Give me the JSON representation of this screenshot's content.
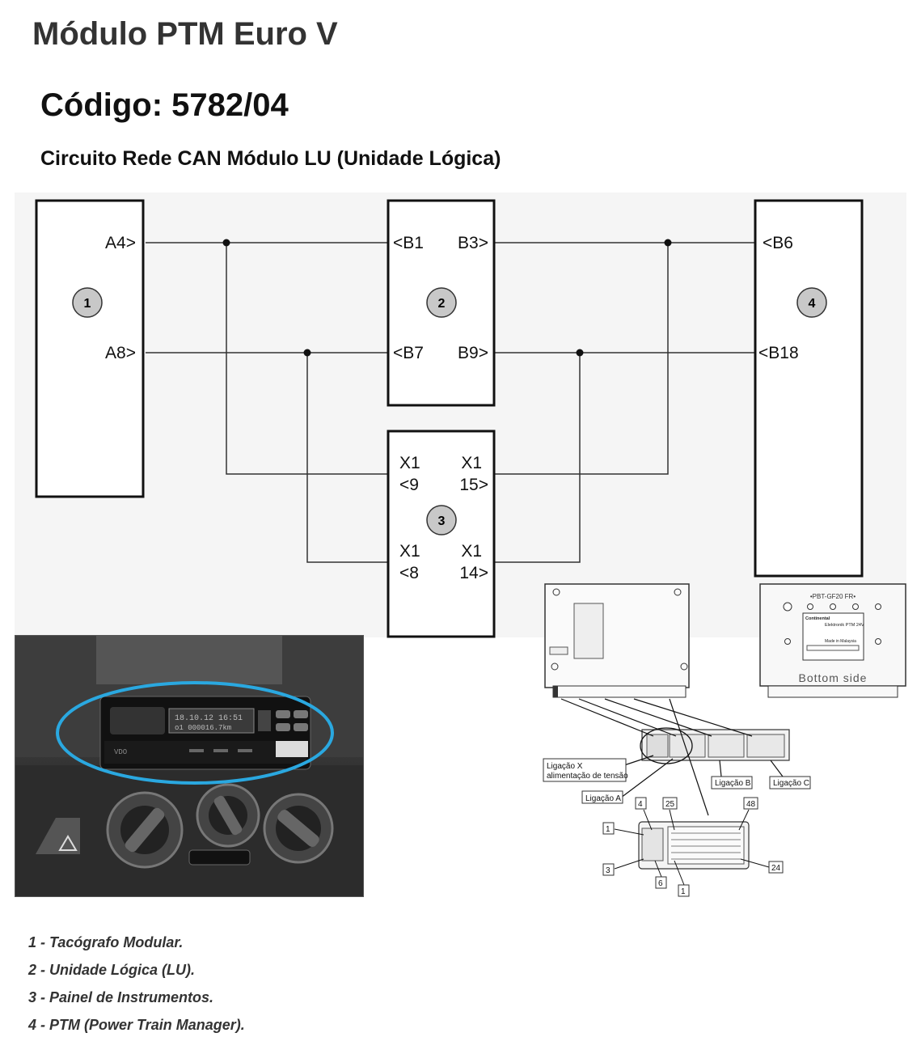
{
  "page": {
    "title": "Módulo PTM Euro V",
    "code": "Código: 5782/04",
    "subtitle": "Circuito Rede CAN Módulo LU (Unidade Lógica)"
  },
  "diagram": {
    "modules": [
      {
        "id": "1",
        "label": "1"
      },
      {
        "id": "2",
        "label": "2"
      },
      {
        "id": "3",
        "label": "3"
      },
      {
        "id": "4",
        "label": "4"
      }
    ],
    "pins": {
      "m1_a4": "A4>",
      "m1_a8": "A8>",
      "m2_b1": "<B1",
      "m2_b3": "B3>",
      "m2_b7": "<B7",
      "m2_b9": "B9>",
      "m3_x1_left_top": "X1",
      "m3_pin9": "<9",
      "m3_x1_right_top": "X1",
      "m3_pin15": "15>",
      "m3_x1_left_bot": "X1",
      "m3_pin8": "<8",
      "m3_x1_right_bot": "X1",
      "m3_pin14": "14>",
      "m4_b6": "<B6",
      "m4_b18": "<B18"
    }
  },
  "photo": {
    "tacho_display": "18.10.12 16:51",
    "tacho_display2": "o1 000016.7km",
    "brand": "VDO"
  },
  "module_figure": {
    "ptm_label": "•PBT-GF20 FR•",
    "brand": "Continental",
    "product": "Elektronik PTM 24V",
    "made_in": "Made in Malaysia",
    "bottom_side": "Bottom side",
    "callouts": {
      "ligacao_x_line1": "Ligação X",
      "ligacao_x_line2": "alimentação de tensão",
      "ligacao_a": "Ligação A",
      "ligacao_b": "Ligação B",
      "ligacao_c": "Ligação C"
    },
    "pin_numbers": [
      "4",
      "25",
      "48",
      "1",
      "3",
      "6",
      "1",
      "24"
    ]
  },
  "legend": [
    "1 - Tacógrafo Modular.",
    "2 - Unidade Lógica (LU).",
    "3 - Painel de Instrumentos.",
    "4 - PTM (Power Train Manager)."
  ]
}
